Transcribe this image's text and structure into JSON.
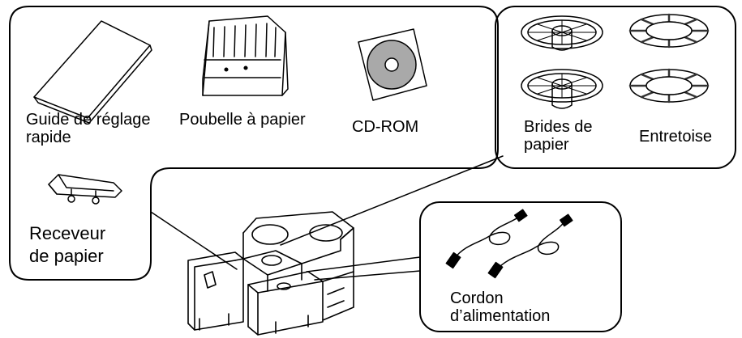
{
  "labels": {
    "quick_guide": [
      "Guide de réglage",
      "rapide"
    ],
    "paper_basket": "Poubelle à papier",
    "cd_rom": "CD-ROM",
    "paper_receiver": [
      "Receveur",
      "de papier"
    ],
    "paper_flanges": [
      "Brides de",
      "papier"
    ],
    "spacer": "Entretoise",
    "power_cord": [
      "Cordon",
      "d’alimentation"
    ]
  }
}
